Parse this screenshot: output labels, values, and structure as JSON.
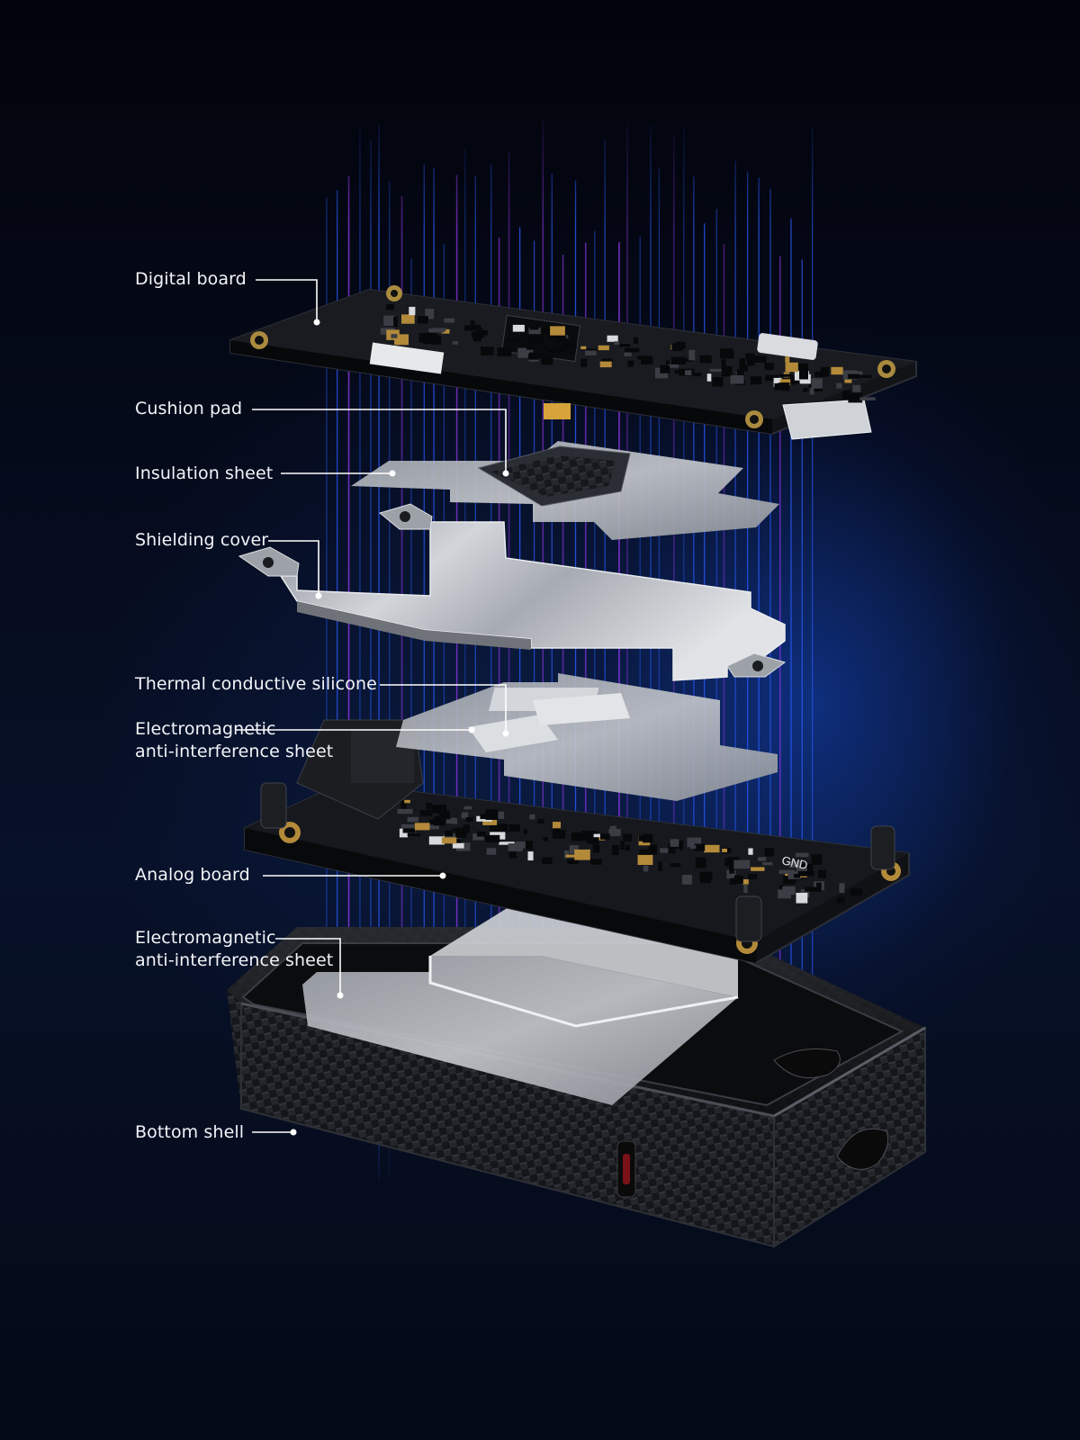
{
  "callouts": {
    "digital_board": "Digital board",
    "cushion_pad": "Cushion pad",
    "insulation_sheet": "Insulation sheet",
    "shielding_cover": "Shielding cover",
    "thermal_silicone": "Thermal conductive silicone",
    "em_sheet_upper": {
      "line1": "Electromagnetic",
      "line2": "anti-interference sheet"
    },
    "analog_board": "Analog board",
    "em_sheet_lower": {
      "line1": "Electromagnetic",
      "line2": "anti-interference sheet"
    },
    "bottom_shell": "Bottom shell"
  },
  "board_marking": "GND",
  "colors": {
    "background": "#060a16",
    "glow_blue": "#1446be",
    "beam_blue": "#2a5cff",
    "beam_purple": "#a03cff",
    "label_text": "#f2f4f8",
    "leader_line": "#ffffff",
    "metal": "#b9bcc2",
    "pcb": "#15171c",
    "shell": "#121316"
  }
}
